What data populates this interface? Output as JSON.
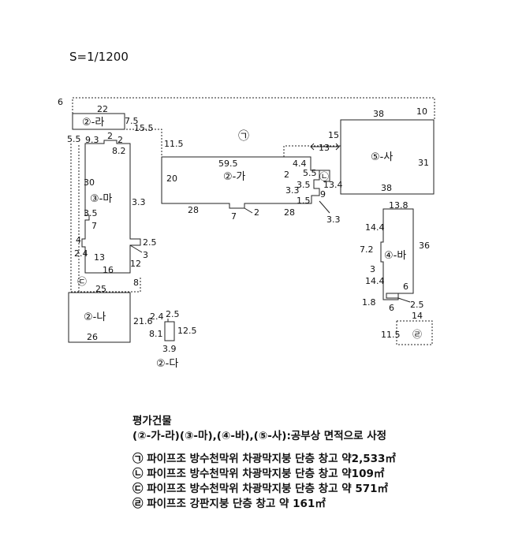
{
  "scale": "S=1/1200",
  "buildings": {
    "b_2ga": "②-가",
    "b_2na": "②-나",
    "b_2da": "②-다",
    "b_2ra": "②-라",
    "b_3ma": "③-마",
    "b_4ba": "④-바",
    "b_5sa": "⑤-사"
  },
  "markers": {
    "m1": "㉠",
    "m2": "㉡",
    "m3": "㉢",
    "m4": "㉣"
  },
  "dimensions": {
    "d6": "6",
    "d22": "22",
    "d7_5": "7.5",
    "d15_5": "15.5",
    "d38_top": "38",
    "d10": "10",
    "d5_5_left": "5.5",
    "d9_3": "9.3",
    "d2_a": "2",
    "d2_b": "2",
    "d8_2": "8.2",
    "d11_5_top": "11.5",
    "d15": "15",
    "d13": "13",
    "d31": "31",
    "d38_bot": "38",
    "d59_5": "59.5",
    "d20": "20",
    "d4_4": "4.4",
    "d2_c": "2",
    "d5_5_right": "5.5",
    "d3_5_right": "3.5",
    "d3_4": "13.4",
    "d3_3_right": "3.3",
    "d9": "9",
    "d1_5": "1.5",
    "d3_3_low": "3.3",
    "d28_left": "28",
    "d7_bot": "7",
    "d2_bot": "2",
    "d28_right": "28",
    "d30": "30",
    "d3_3_left": "3.3",
    "d3_5_left": "3.5",
    "d7_left": "7",
    "d4_left": "4",
    "d2_5_left": "2.5",
    "d2_4_left": "2.4",
    "d13_left": "13",
    "d3_left": "3",
    "d12": "12",
    "d16": "16",
    "d25": "25",
    "d8": "8",
    "d13_8": "13.8",
    "d14_4_top": "14.4",
    "d36": "36",
    "d7_2": "7.2",
    "d3_ba": "3",
    "d14_4_bot": "14.4",
    "d6_ba_in": "6",
    "d1_8": "1.8",
    "d6_ba_bot": "6",
    "d2_5_ba": "2.5",
    "d14": "14",
    "d11_5_ra": "11.5",
    "d21_6": "21.6",
    "d26": "26",
    "d2_4_da": "2.4",
    "d2_5_da": "2.5",
    "d8_1": "8.1",
    "d12_5": "12.5",
    "d3_9": "3.9"
  },
  "notes": {
    "heading": "평가건물",
    "line1": "(②-가-라)(③-마),(④-바),(⑤-사):공부상 면적으로 사정",
    "items": [
      "㉠ 파이프조 방수천막위 차광막지붕 단층 창고 약2,533㎡",
      "㉡ 파이프조 방수천막위 차광막지붕 단층 창고 약109㎡",
      "㉢ 파이프조 방수천막위 차광막지붕 단층 창고 약 571㎡",
      "㉣ 파이프조 강판지붕 단층 창고 약 161㎡"
    ]
  }
}
